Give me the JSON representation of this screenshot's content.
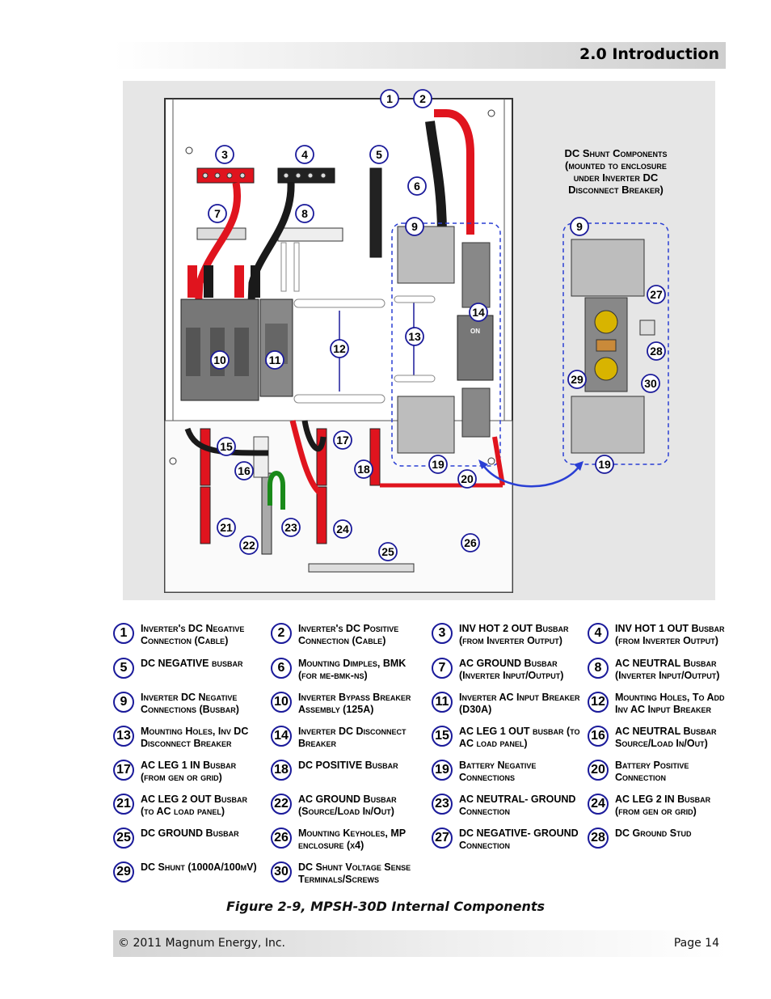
{
  "header": {
    "title": "2.0 Introduction"
  },
  "figure": {
    "shunt_title_lines": [
      "DC Shunt Components",
      "(mounted to enclosure",
      "under Inverter DC",
      "Disconnect Breaker)"
    ],
    "callouts": [
      "1",
      "2",
      "3",
      "4",
      "5",
      "6",
      "7",
      "8",
      "9",
      "10",
      "11",
      "12",
      "13",
      "14",
      "15",
      "16",
      "17",
      "18",
      "19",
      "20",
      "21",
      "22",
      "23",
      "24",
      "25",
      "26",
      "9",
      "27",
      "28",
      "29",
      "30",
      "19"
    ],
    "breaker_label": "ON"
  },
  "legend": [
    {
      "num": "1",
      "text": "Inverter's DC Negative Connection (Cable)"
    },
    {
      "num": "2",
      "text": "Inverter's DC Positive Connection (Cable)"
    },
    {
      "num": "3",
      "text": "INV HOT 2 OUT Busbar (from Inverter Output)"
    },
    {
      "num": "4",
      "text": "INV HOT 1 OUT Busbar (from Inverter Output)"
    },
    {
      "num": "5",
      "text": "DC NEGATIVE busbar"
    },
    {
      "num": "6",
      "text": "Mounting Dimples, BMK (for me-bmk-ns)"
    },
    {
      "num": "7",
      "text": "AC GROUND Busbar (Inverter Input/Output)"
    },
    {
      "num": "8",
      "text": "AC NEUTRAL Busbar (Inverter Input/Output)"
    },
    {
      "num": "9",
      "text": "Inverter DC Negative Connections (Busbar)"
    },
    {
      "num": "10",
      "text": "Inverter Bypass Breaker Assembly (125A)"
    },
    {
      "num": "11",
      "text": "Inverter AC Input Breaker (D30A)"
    },
    {
      "num": "12",
      "text": "Mounting Holes, To Add Inv AC Input Breaker"
    },
    {
      "num": "13",
      "text": "Mounting Holes, Inv DC Disconnect Breaker"
    },
    {
      "num": "14",
      "text": "Inverter DC Disconnect Breaker"
    },
    {
      "num": "15",
      "text": "AC LEG 1 OUT busbar (to AC load panel)"
    },
    {
      "num": "16",
      "text": "AC NEUTRAL Busbar Source/Load In/Out)"
    },
    {
      "num": "17",
      "text": "AC LEG 1 IN Busbar (from gen or grid)"
    },
    {
      "num": "18",
      "text": "DC POSITIVE Busbar"
    },
    {
      "num": "19",
      "text": "Battery Negative Connections"
    },
    {
      "num": "20",
      "text": "Battery Positive Connection"
    },
    {
      "num": "21",
      "text": "AC LEG 2 OUT Busbar (to AC load panel)"
    },
    {
      "num": "22",
      "text": "AC GROUND Busbar (Source/Load In/Out)"
    },
    {
      "num": "23",
      "text": "AC NEUTRAL- GROUND Connection"
    },
    {
      "num": "24",
      "text": "AC LEG 2 IN Busbar (from gen or grid)"
    },
    {
      "num": "25",
      "text": "DC GROUND Busbar"
    },
    {
      "num": "26",
      "text": "Mounting Keyholes, MP enclosure (x4)"
    },
    {
      "num": "27",
      "text": "DC NEGATIVE- GROUND Connection"
    },
    {
      "num": "28",
      "text": "DC Ground Stud"
    },
    {
      "num": "29",
      "text": "DC Shunt (1000A/100mV)"
    },
    {
      "num": "30",
      "text": "DC Shunt Voltage Sense Terminals/Screws"
    }
  ],
  "caption": "Figure 2-9, MPSH-30D Internal Components",
  "footer": {
    "copyright": "© 2011 Magnum Energy, Inc.",
    "page": "Page 14"
  },
  "colors": {
    "callout_ring": "#1a1a9a",
    "dc_positive": "#e0141e",
    "dc_negative": "#1a1a1a",
    "ground": "#1a8a1a",
    "dashed_outline": "#2a3fd4"
  }
}
